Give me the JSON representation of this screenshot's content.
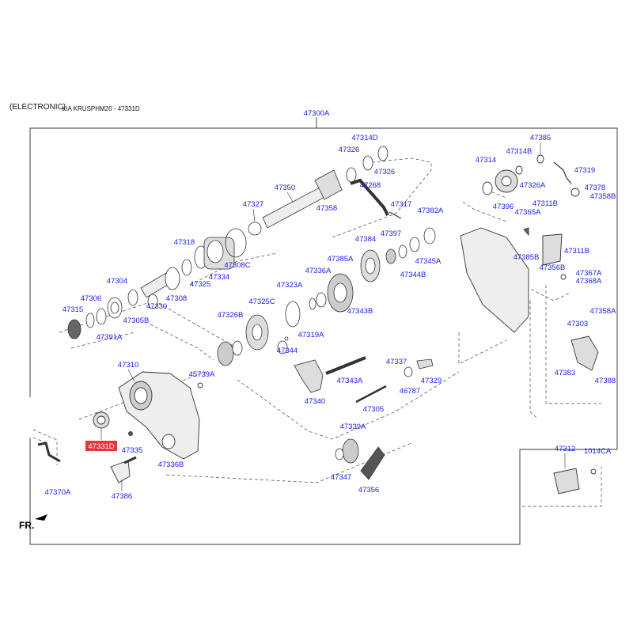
{
  "header": {
    "electronic": "(ELECTRONIC)",
    "breadcrumb": "KIA KRUSPHM20 - 47331D"
  },
  "assembly_label": "47300A",
  "front_marker": "FR.",
  "highlight_color": "#e8323c",
  "callout_color": "#1a1aff",
  "callouts": [
    {
      "id": "47314D",
      "text": "47314D"
    },
    {
      "id": "47326a",
      "text": "47326"
    },
    {
      "id": "47326b",
      "text": "47326"
    },
    {
      "id": "47268",
      "text": "47268"
    },
    {
      "id": "47350",
      "text": "47350"
    },
    {
      "id": "47358",
      "text": "47358"
    },
    {
      "id": "47327",
      "text": "47327"
    },
    {
      "id": "47317",
      "text": "47317"
    },
    {
      "id": "47382A",
      "text": "47382A"
    },
    {
      "id": "47397",
      "text": "47397"
    },
    {
      "id": "47384",
      "text": "47384"
    },
    {
      "id": "47345A",
      "text": "47345A"
    },
    {
      "id": "47344B",
      "text": "47344B"
    },
    {
      "id": "47318",
      "text": "47318"
    },
    {
      "id": "47308C",
      "text": "47308C"
    },
    {
      "id": "47334",
      "text": "47334"
    },
    {
      "id": "47325",
      "text": "47325"
    },
    {
      "id": "47385A",
      "text": "47385A"
    },
    {
      "id": "47336A",
      "text": "47336A"
    },
    {
      "id": "47343B",
      "text": "47343B"
    },
    {
      "id": "47323A",
      "text": "47323A"
    },
    {
      "id": "47304",
      "text": "47304"
    },
    {
      "id": "47308",
      "text": "47308"
    },
    {
      "id": "47330",
      "text": "47330"
    },
    {
      "id": "47306",
      "text": "47306"
    },
    {
      "id": "47315",
      "text": "47315"
    },
    {
      "id": "47305B",
      "text": "47305B"
    },
    {
      "id": "47391A",
      "text": "47391A"
    },
    {
      "id": "47325C",
      "text": "47325C"
    },
    {
      "id": "47326B",
      "text": "47326B"
    },
    {
      "id": "47319A",
      "text": "47319A"
    },
    {
      "id": "47344",
      "text": "47344"
    },
    {
      "id": "47310",
      "text": "47310"
    },
    {
      "id": "45739A",
      "text": "45739A"
    },
    {
      "id": "47337",
      "text": "47337"
    },
    {
      "id": "47343A",
      "text": "47343A"
    },
    {
      "id": "47329",
      "text": "47329"
    },
    {
      "id": "46787",
      "text": "46787"
    },
    {
      "id": "47340",
      "text": "47340"
    },
    {
      "id": "47305",
      "text": "47305"
    },
    {
      "id": "47331D",
      "text": "47331D",
      "highlighted": true
    },
    {
      "id": "47335",
      "text": "47335"
    },
    {
      "id": "47336B",
      "text": "47336B"
    },
    {
      "id": "47386",
      "text": "47386"
    },
    {
      "id": "47370A",
      "text": "47370A"
    },
    {
      "id": "47339A",
      "text": "47339A"
    },
    {
      "id": "47347",
      "text": "47347"
    },
    {
      "id": "47356",
      "text": "47356"
    },
    {
      "id": "47385",
      "text": "47385"
    },
    {
      "id": "47314B",
      "text": "47314B"
    },
    {
      "id": "47314",
      "text": "47314"
    },
    {
      "id": "47319",
      "text": "47319"
    },
    {
      "id": "47326A",
      "text": "47326A"
    },
    {
      "id": "47378",
      "text": "47378"
    },
    {
      "id": "47396",
      "text": "47396"
    },
    {
      "id": "47358B",
      "text": "47358B"
    },
    {
      "id": "47311B_top",
      "text": "47311B"
    },
    {
      "id": "47365A",
      "text": "47365A"
    },
    {
      "id": "47385B",
      "text": "47385B"
    },
    {
      "id": "47311B",
      "text": "47311B"
    },
    {
      "id": "47356B",
      "text": "47356B"
    },
    {
      "id": "47367A",
      "text": "47367A"
    },
    {
      "id": "47368A",
      "text": "47368A"
    },
    {
      "id": "47358A",
      "text": "47358A"
    },
    {
      "id": "47303",
      "text": "47303"
    },
    {
      "id": "47383",
      "text": "47383"
    },
    {
      "id": "47388",
      "text": "47388"
    },
    {
      "id": "47312",
      "text": "47312"
    },
    {
      "id": "1014CA",
      "text": "1014CA"
    }
  ]
}
